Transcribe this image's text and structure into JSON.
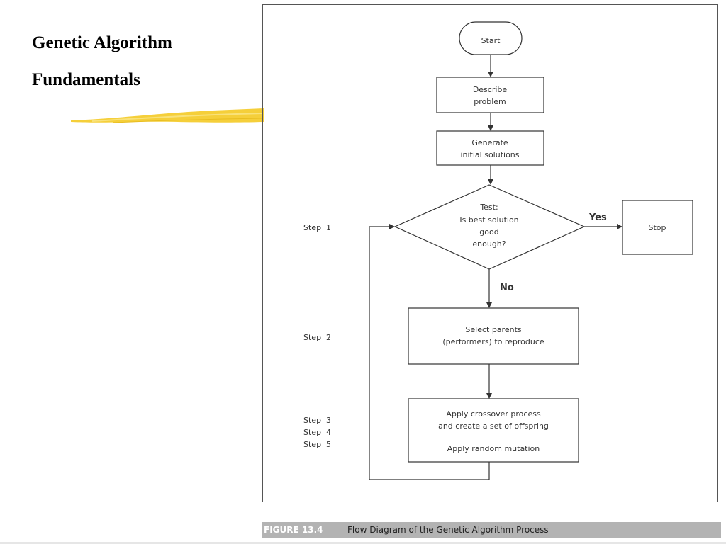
{
  "slide": {
    "title_line1": "Genetic Algorithm",
    "title_line2": "Fundamentals"
  },
  "colors": {
    "highlight": "#f5cf3a",
    "caption_bar": "#b3b3b3",
    "frame": "#555555"
  },
  "flowchart": {
    "start": "Start",
    "describe": [
      "Describe",
      "problem"
    ],
    "generate": [
      "Generate",
      "initial solutions"
    ],
    "test": [
      "Test:",
      "Is best solution",
      "good",
      "enough?"
    ],
    "yes": "Yes",
    "no": "No",
    "stop": "Stop",
    "select": [
      "Select parents",
      "(performers) to reproduce"
    ],
    "crossover": [
      "Apply crossover process",
      "and create a set of offspring",
      "",
      "Apply random mutation"
    ],
    "steps": {
      "step1": "Step  1",
      "step2": "Step  2",
      "step3": "Step  3",
      "step4": "Step  4",
      "step5": "Step  5"
    }
  },
  "caption": {
    "figure_number": "FIGURE 13.4",
    "text": "Flow Diagram of the Genetic Algorithm Process"
  }
}
